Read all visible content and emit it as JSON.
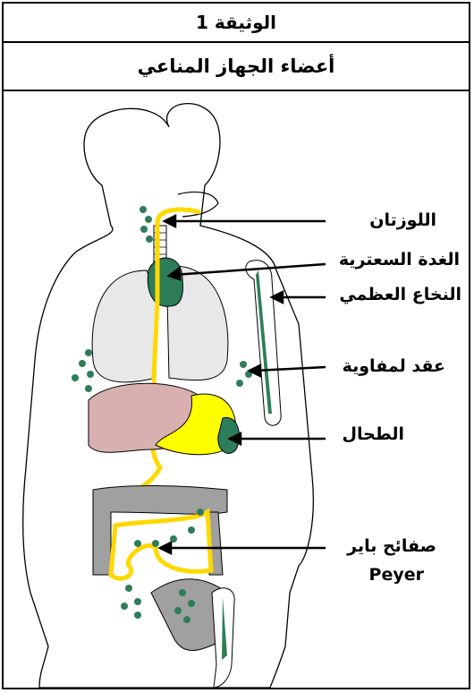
{
  "document": {
    "number_title": "الوثيقة 1",
    "subtitle": "أعضاء الجهاز المناعي"
  },
  "labels": {
    "tonsils": "اللوزتان",
    "thymus": "الغدة السعترية",
    "bone_marrow": "النخاع العظمي",
    "lymph_nodes": "عقد لمفاوية",
    "spleen": "الطحال",
    "peyer_ar": "صفائح باير",
    "peyer_en": "Peyer"
  },
  "colors": {
    "lymph_vessel": "#ffff00",
    "lymph_organ": "#2e7d5a",
    "lung": "#e8e8e8",
    "liver": "#d9b0b0",
    "intestine": "#a0a0a0",
    "outline": "#000000"
  }
}
